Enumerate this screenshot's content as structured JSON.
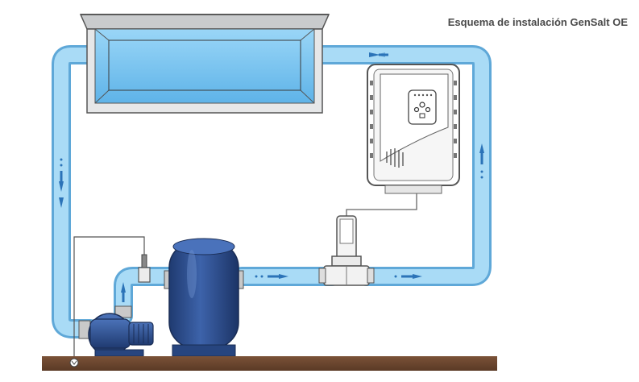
{
  "title": "Esquema de instalación GenSalt OE",
  "components": {
    "pool": "pool",
    "pump": "pump",
    "filter": "sand-filter",
    "electrolysis_cell": "electrolysis-cell",
    "control_unit": "salt-chlorinator-control-unit",
    "ground": "ground"
  },
  "colors": {
    "pipe": "#8ecdf1",
    "pipe_edge": "#5fa8d8",
    "pool_water": "#7cc4f0",
    "pool_wall": "#d8dadc",
    "filter_body": "#2f4f8f",
    "pump_body": "#2f4f8f",
    "ground": "#6e4a33",
    "flow_arrow": "#ffffff"
  }
}
